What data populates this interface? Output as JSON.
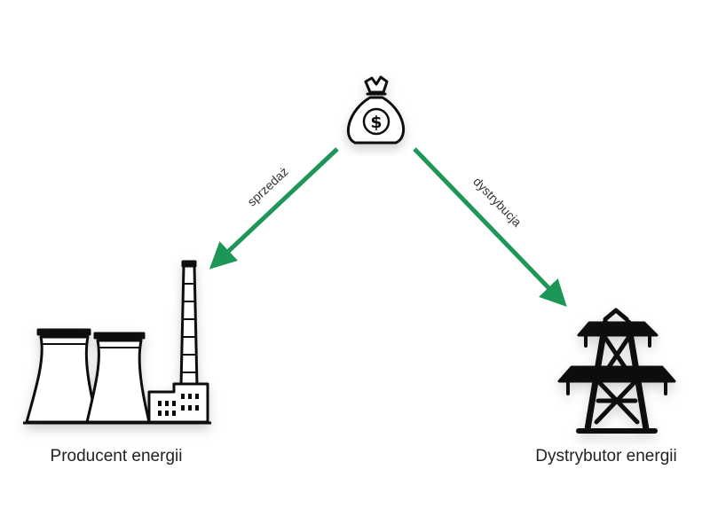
{
  "diagram": {
    "nodes": {
      "money": {
        "label": "",
        "icon": "money-bag-dollar-icon"
      },
      "producer": {
        "label": "Producent energii",
        "icon": "power-plant-icon"
      },
      "distributor": {
        "label": "Dystrybutor energii",
        "icon": "transmission-tower-icon"
      }
    },
    "edges": [
      {
        "from": "money",
        "to": "producer",
        "label": "sprzedaż"
      },
      {
        "from": "money",
        "to": "distributor",
        "label": "dystrybucja"
      }
    ]
  },
  "colors": {
    "arrow": "#1e9657",
    "icon": "#111111",
    "text": "#222222"
  }
}
